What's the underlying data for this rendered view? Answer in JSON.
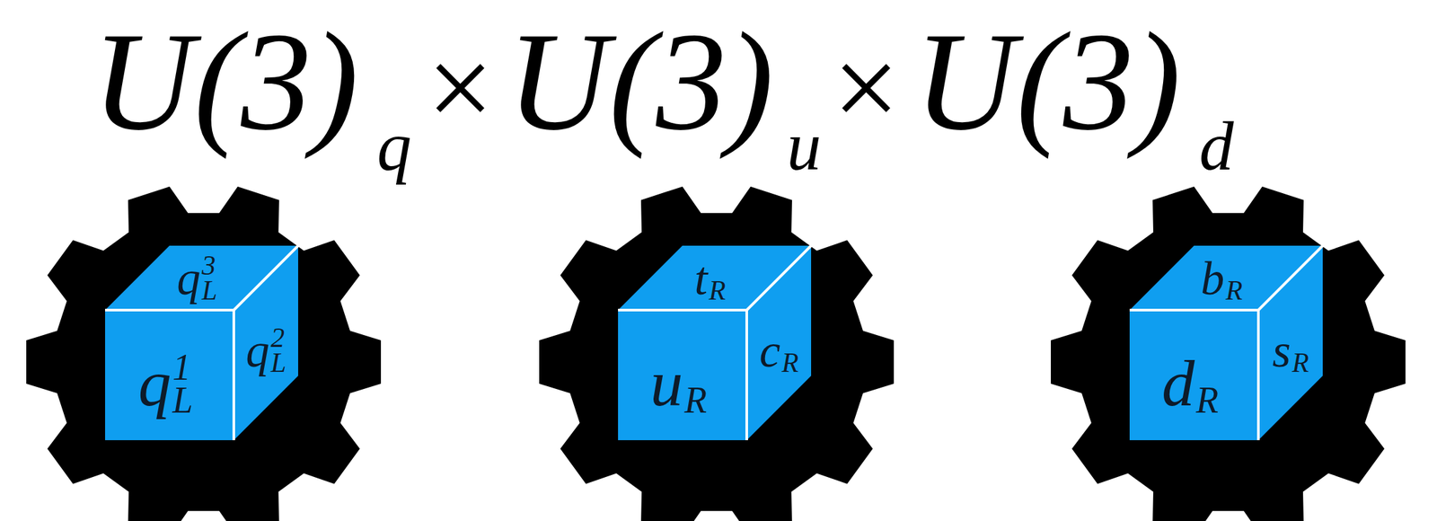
{
  "diagram": {
    "nodes": [
      {
        "text": [
          "q",
          "3",
          "L"
        ]
      },
      {
        "text": [
          "q",
          "1",
          "L"
        ]
      },
      {
        "text": [
          "q",
          "2",
          "L"
        ]
      },
      {
        "text": [
          "t",
          "R"
        ]
      },
      {
        "text": [
          "u",
          "R"
        ]
      },
      {
        "text": [
          "c",
          "R"
        ]
      },
      {
        "text": [
          "b",
          "R"
        ]
      },
      {
        "text": [
          "d",
          "R"
        ]
      },
      {
        "text": [
          "s",
          "R"
        ]
      }
    ],
    "labels": [
      "U(3)",
      "q",
      "×",
      "U(3)",
      "u",
      "×",
      "U(3)",
      "d"
    ]
  }
}
